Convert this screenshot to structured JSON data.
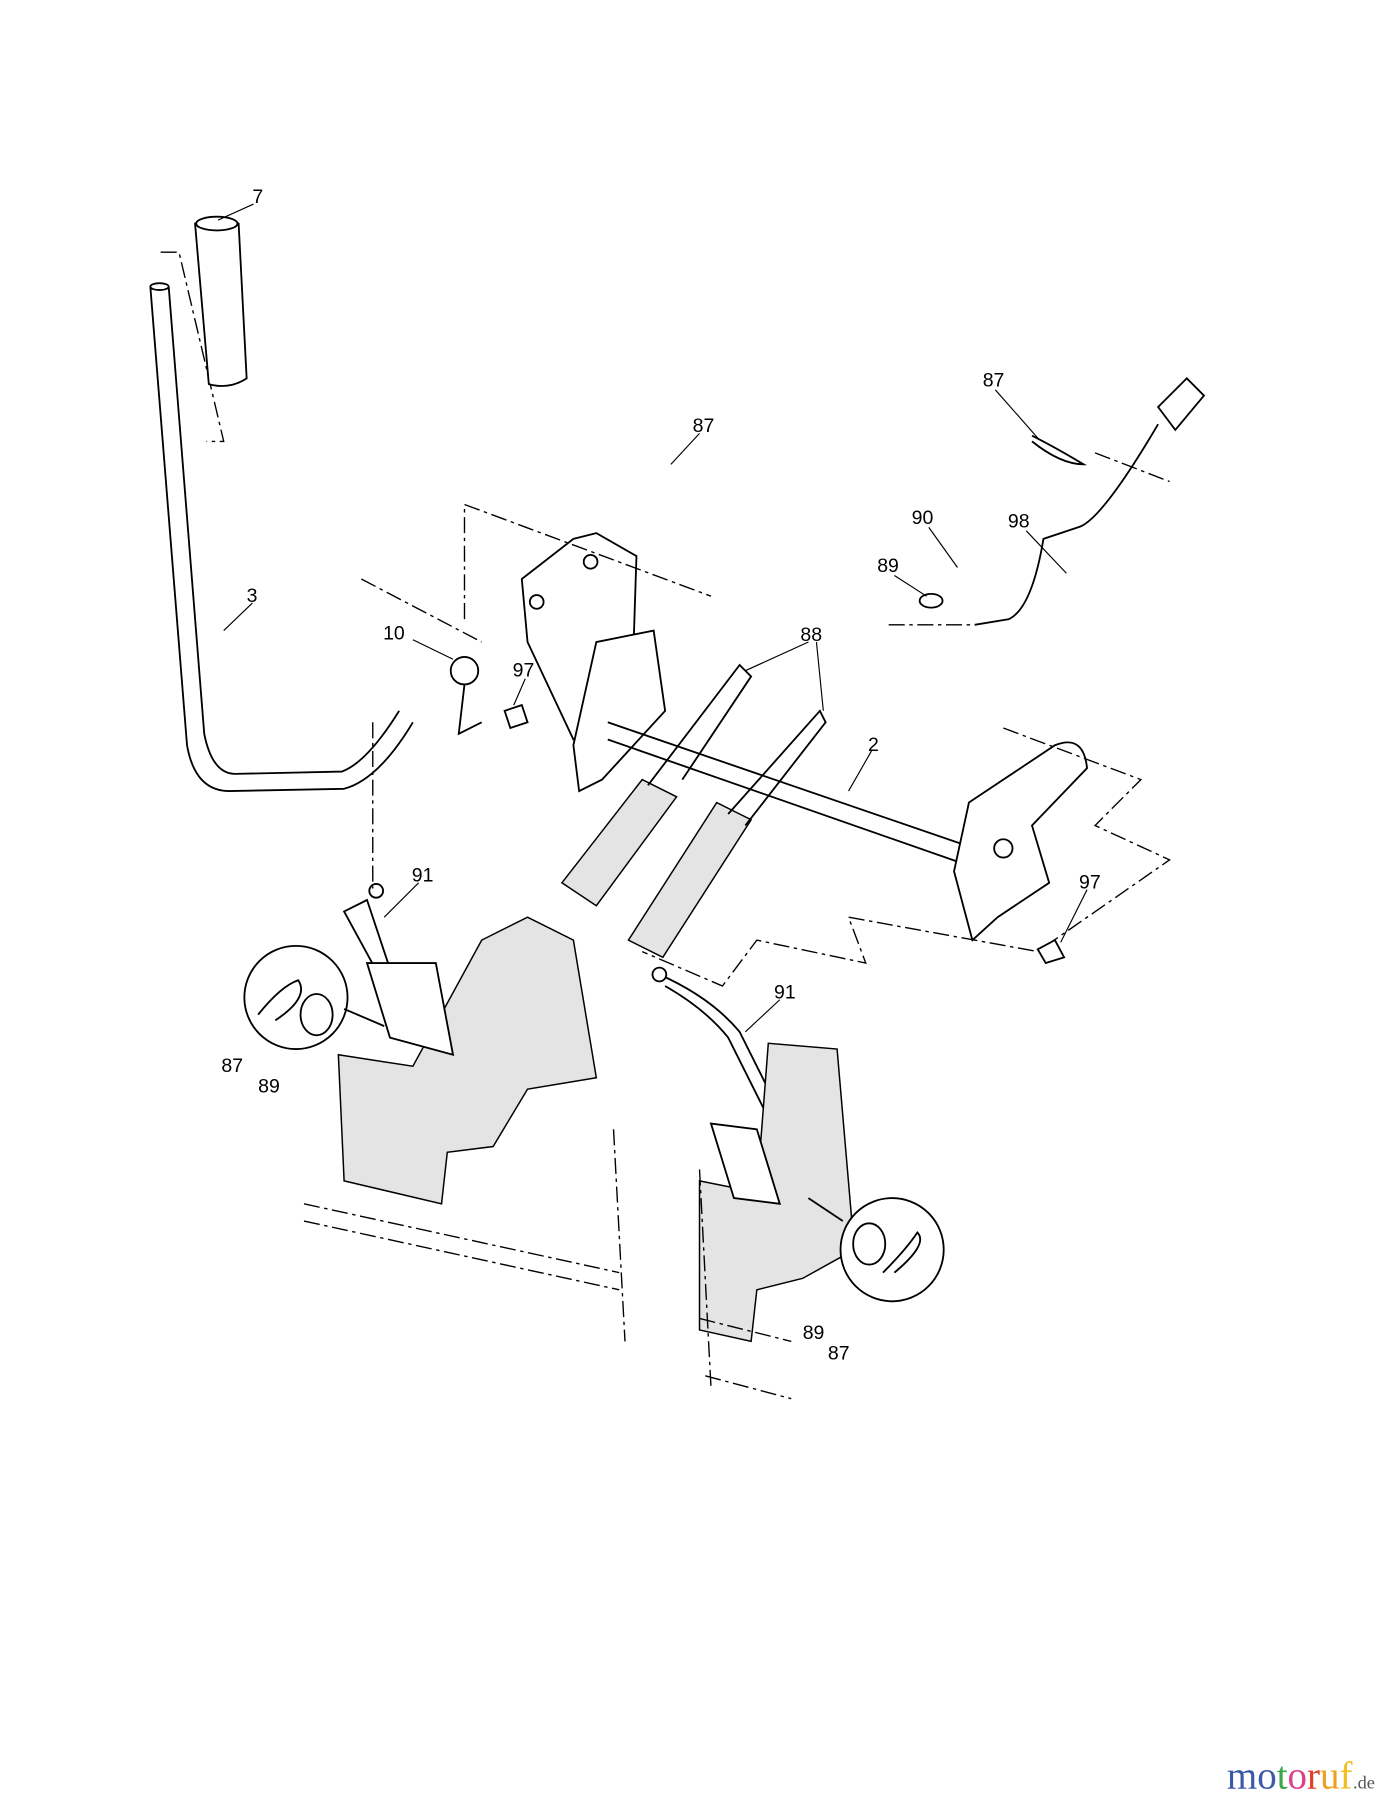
{
  "diagram": {
    "callouts": [
      {
        "id": "c7",
        "text": "7"
      },
      {
        "id": "c87a",
        "text": "87"
      },
      {
        "id": "c87b",
        "text": "87"
      },
      {
        "id": "c90",
        "text": "90"
      },
      {
        "id": "c98",
        "text": "98"
      },
      {
        "id": "c89a",
        "text": "89"
      },
      {
        "id": "c3",
        "text": "3"
      },
      {
        "id": "c10",
        "text": "10"
      },
      {
        "id": "c97a",
        "text": "97"
      },
      {
        "id": "c88",
        "text": "88"
      },
      {
        "id": "c2",
        "text": "2"
      },
      {
        "id": "c97b",
        "text": "97"
      },
      {
        "id": "c91a",
        "text": "91"
      },
      {
        "id": "c91b",
        "text": "91"
      },
      {
        "id": "c87c",
        "text": "87"
      },
      {
        "id": "c89b",
        "text": "89"
      },
      {
        "id": "c89c",
        "text": "89"
      },
      {
        "id": "c87d",
        "text": "87"
      }
    ]
  },
  "watermark": {
    "letters": [
      "m",
      "o",
      "t",
      "o",
      "r",
      "u",
      "f"
    ],
    "colors": [
      "#3b5ba8",
      "#3b5ba8",
      "#3aa84a",
      "#e0408a",
      "#e0402a",
      "#f0a020",
      "#f0c020"
    ],
    "suffix": ".de"
  }
}
